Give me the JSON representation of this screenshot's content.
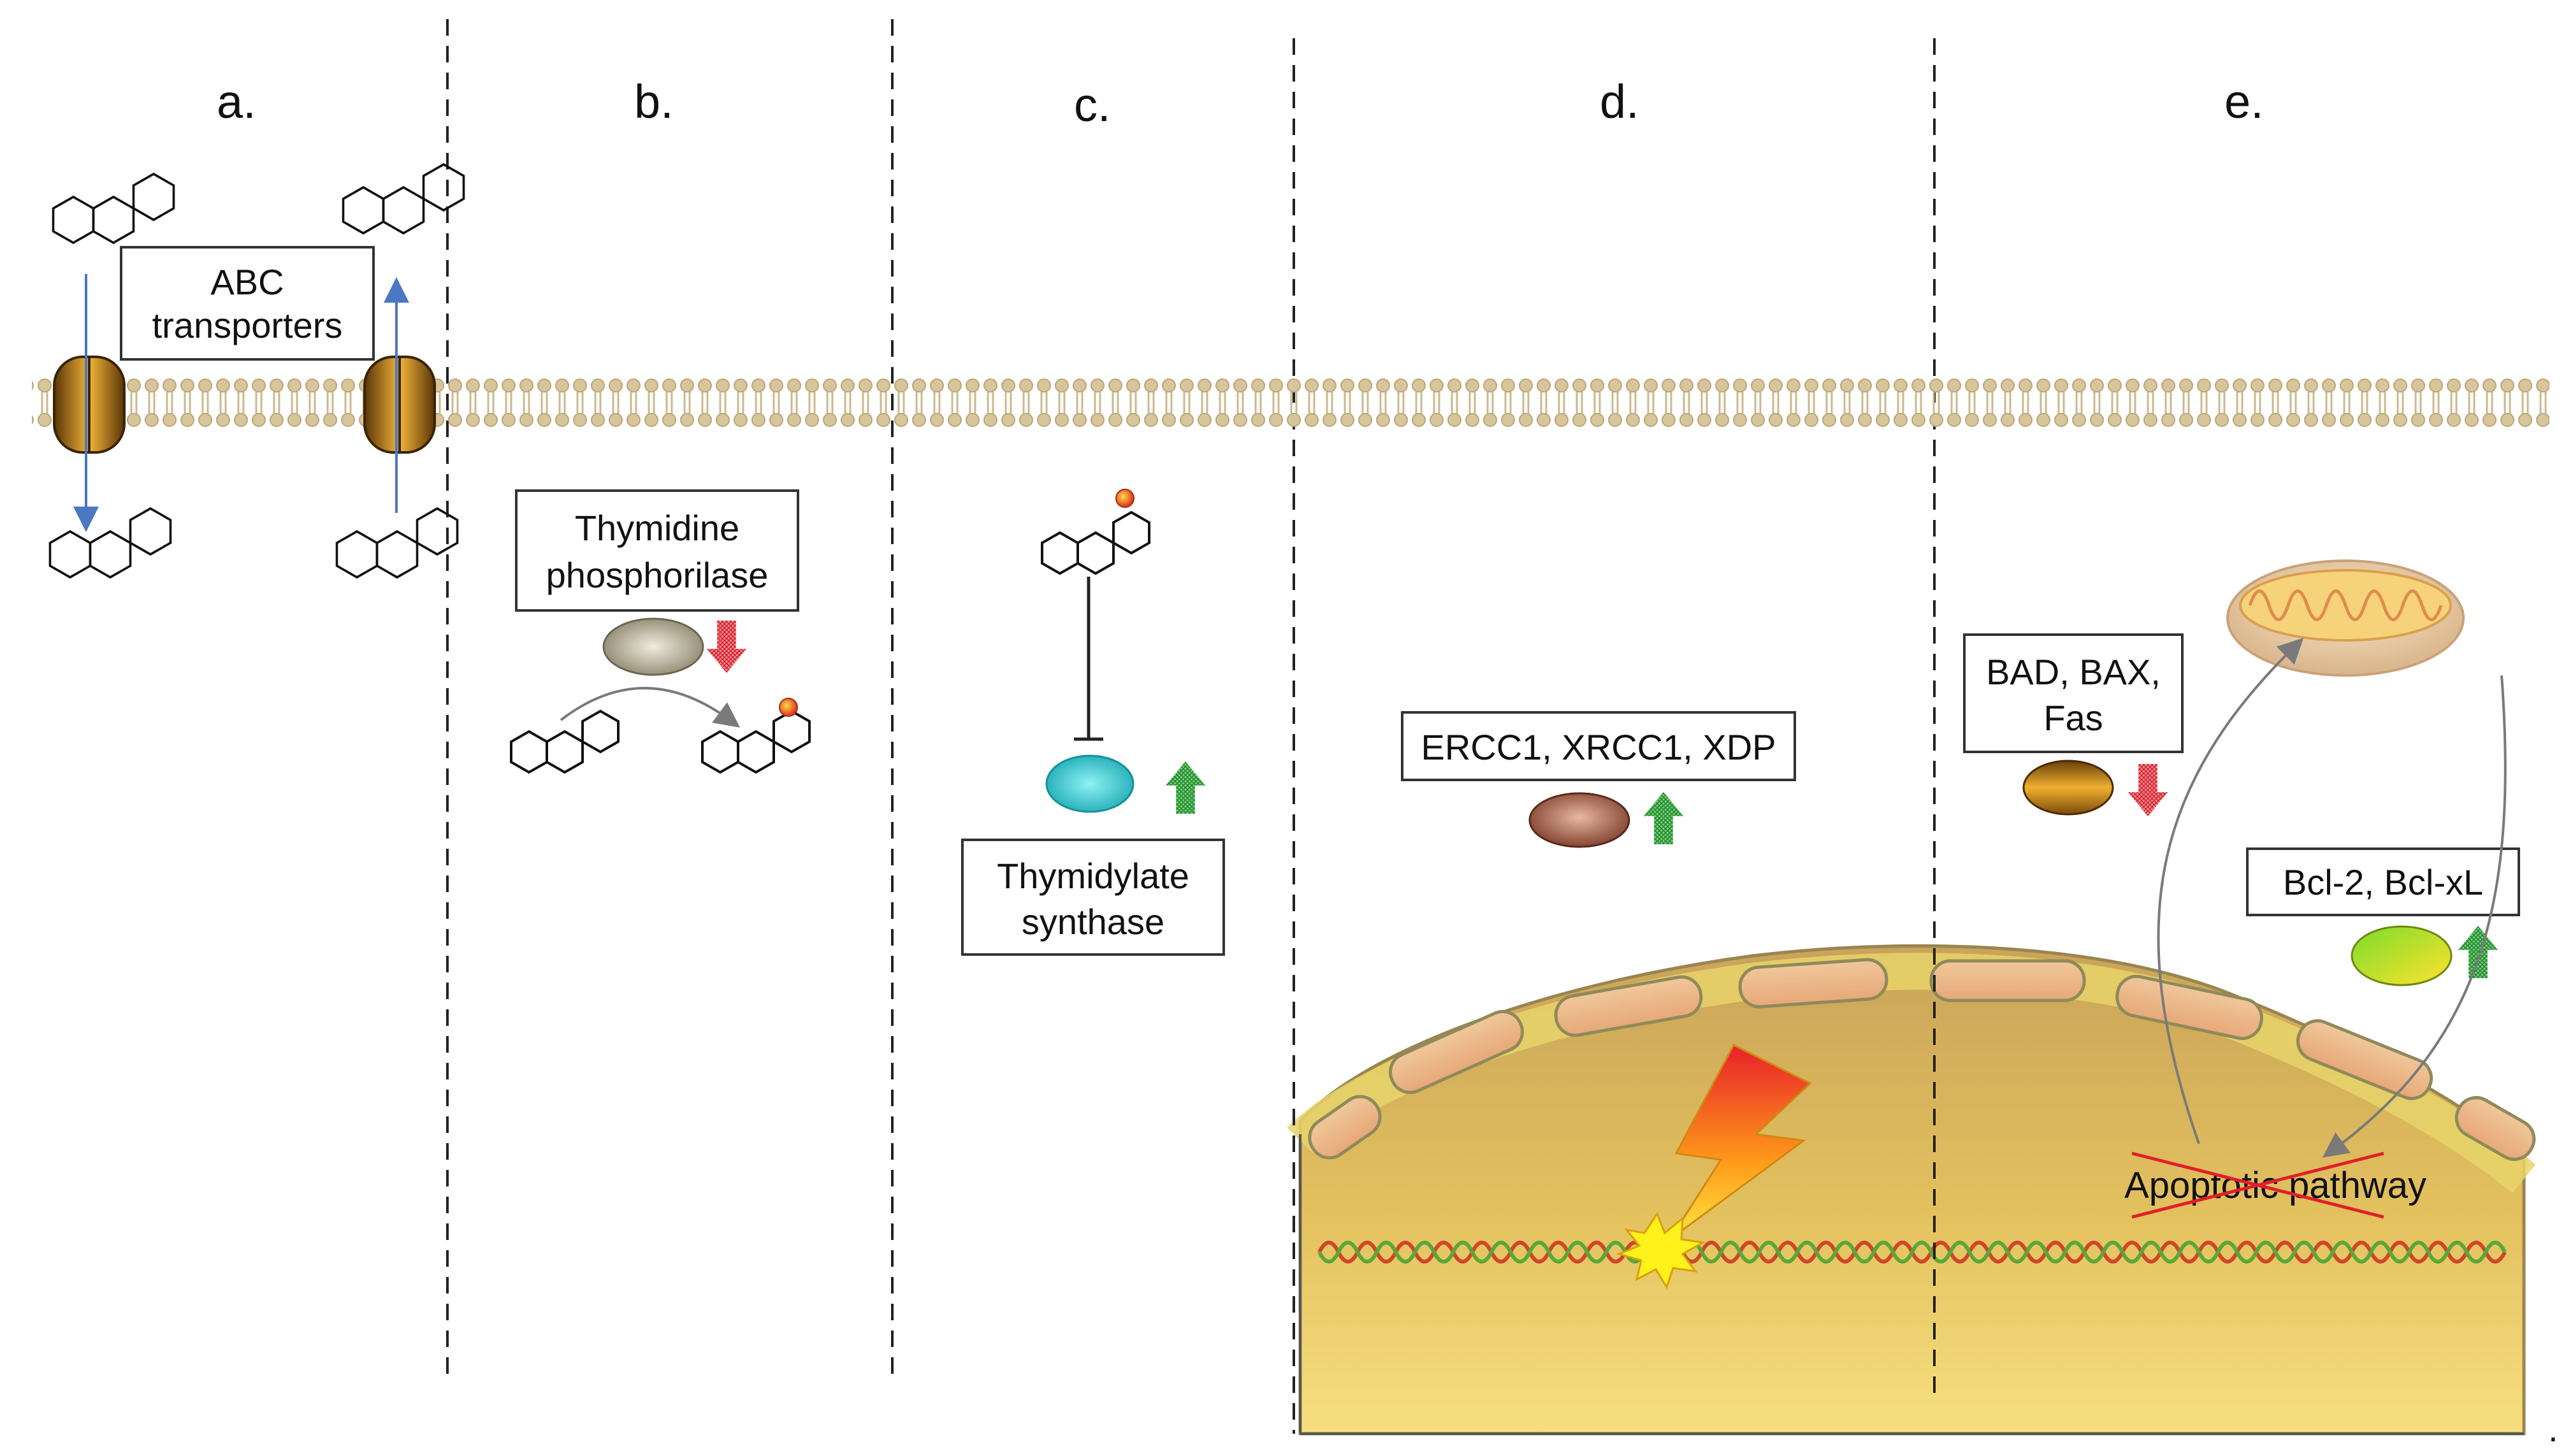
{
  "panels": [
    {
      "id": "a",
      "label": "a."
    },
    {
      "id": "b",
      "label": "b."
    },
    {
      "id": "c",
      "label": "c."
    },
    {
      "id": "d",
      "label": "d."
    },
    {
      "id": "e",
      "label": "e."
    }
  ],
  "boxes": {
    "abc": [
      "ABC",
      "transporters"
    ],
    "tp": [
      "Thymidine",
      "phosphorilase"
    ],
    "ts": [
      "Thymidylate",
      "synthase"
    ],
    "ercc": [
      "ERCC1, XRCC1, XDP"
    ],
    "bad": [
      "BAD, BAX,",
      "Fas"
    ],
    "bcl": [
      "Bcl-2, Bcl-xL"
    ]
  },
  "apoptosis": {
    "label": "Apoptotic pathway",
    "blocked": true
  },
  "trailing_mark": ".",
  "regulation": {
    "thymidine_phosphorylase": "down",
    "thymidylate_synthase": "up",
    "ercc1_xrcc1_xdp": "up",
    "bad_bax_fas": "down",
    "bcl2_bclxl": "up"
  },
  "colors": {
    "up_arrow": "#2e9e3a",
    "down_arrow": "#e0303a",
    "transport_arrow": "#4a78c2",
    "membrane": "#d9c9a0",
    "nucleus_fill": "#e8c15a",
    "tp_enzyme": "#b9b39c",
    "ts_enzyme": "#25c4cc",
    "ercc_enzyme": "#a8634e",
    "bad_enzyme": "#c88a12",
    "bcl_enzyme": "#b6e63a"
  },
  "icons": [
    "drug-molecule-icon",
    "abc-transporter-icon",
    "mitochondrion-icon",
    "lightning-bolt-icon",
    "dna-helix-icon",
    "damage-burst-icon"
  ]
}
